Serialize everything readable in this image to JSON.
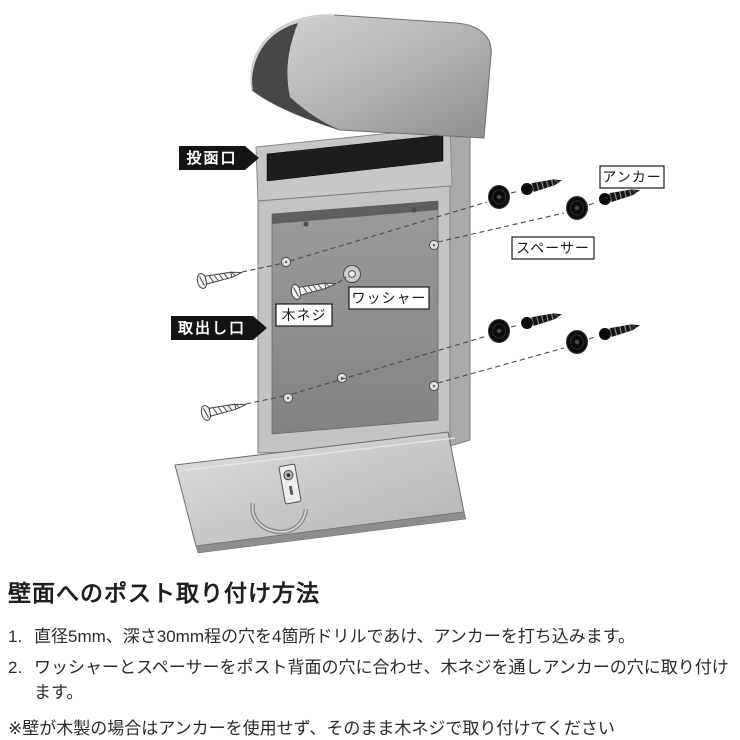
{
  "diagram": {
    "callouts": [
      {
        "id": "mail-slot",
        "label": "投函口",
        "style": "solid"
      },
      {
        "id": "takeout-door",
        "label": "取出し口",
        "style": "solid"
      },
      {
        "id": "anchor",
        "label": "アンカー",
        "style": "outline"
      },
      {
        "id": "spacer",
        "label": "スペーサー",
        "style": "outline"
      },
      {
        "id": "washer",
        "label": "ワッシャー",
        "style": "outline"
      },
      {
        "id": "wood-screw",
        "label": "木ネジ",
        "style": "outline"
      }
    ],
    "colors": {
      "solid_callout_bg": "#141414",
      "solid_callout_text": "#ffffff",
      "outline_callout_bg": "#ffffff",
      "outline_callout_border": "#1a1a1a",
      "outline_callout_text": "#1a1a1a"
    }
  },
  "instructions": {
    "title": "壁面へのポスト取り付け方法",
    "steps": [
      {
        "number": "1.",
        "text": "直径5mm、深さ30mm程の穴を4箇所ドリルであけ、アンカーを打ち込みます。"
      },
      {
        "number": "2.",
        "text": "ワッシャーとスペーサーをポスト背面の穴に合わせ、木ネジを通しアンカーの穴に取り付けます。"
      }
    ],
    "note": "※壁が木製の場合はアンカーを使用せず、そのまま木ネジで取り付けてください"
  }
}
